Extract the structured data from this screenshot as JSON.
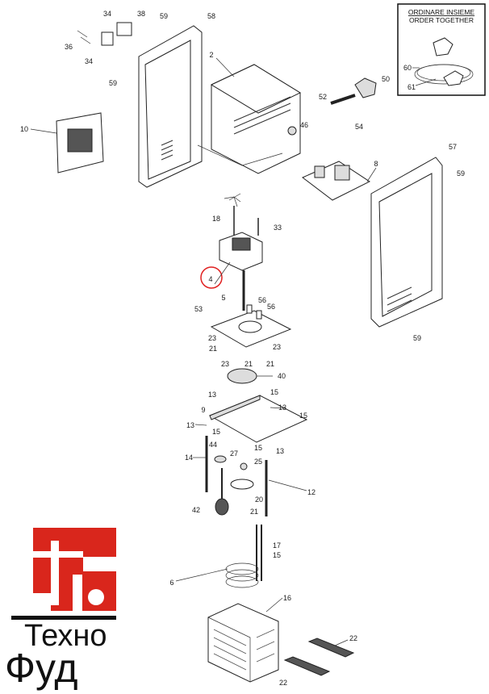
{
  "order_box": {
    "line1": "ORDINARE INSIEME",
    "line2": "ORDER TOGETHER",
    "parts": [
      "60",
      "61"
    ]
  },
  "labels": [
    "34",
    "38",
    "59",
    "58",
    "36",
    "34",
    "59",
    "10",
    "2",
    "52",
    "50",
    "46",
    "54",
    "8",
    "57",
    "59",
    "18",
    "33",
    "4",
    "5",
    "56",
    "56",
    "53",
    "23",
    "21",
    "23",
    "23",
    "21",
    "21",
    "40",
    "59",
    "13",
    "15",
    "9",
    "13",
    "13",
    "15",
    "15",
    "44",
    "15",
    "13",
    "14",
    "27",
    "25",
    "12",
    "20",
    "42",
    "21",
    "17",
    "15",
    "6",
    "16",
    "22",
    "22"
  ],
  "highlighted_part": "4",
  "highlight_color": "#e02020",
  "logo": {
    "line1": "Техно",
    "line2": "Фуд",
    "red": "#d9261c"
  }
}
